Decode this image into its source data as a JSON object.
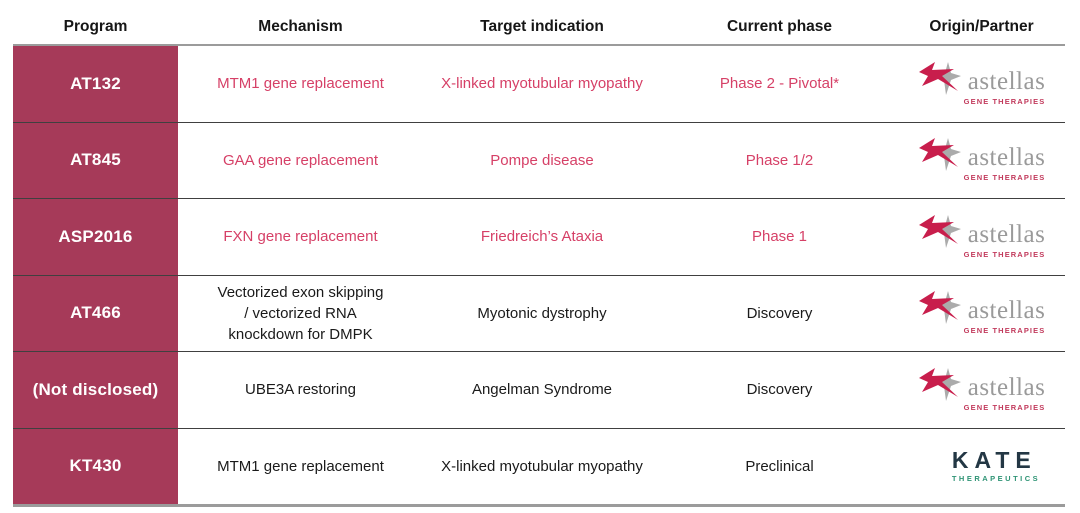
{
  "table": {
    "columns": [
      "Program",
      "Mechanism",
      "Target indication",
      "Current phase",
      "Origin/Partner"
    ],
    "rows": [
      {
        "program": "AT132",
        "mechanism": "MTM1 gene replacement",
        "indication": "X-linked myotubular myopathy",
        "phase": "Phase 2 - Pivotal*",
        "partner": "astellas",
        "highlight": true
      },
      {
        "program": "AT845",
        "mechanism": "GAA gene replacement",
        "indication": "Pompe disease",
        "phase": "Phase 1/2",
        "partner": "astellas",
        "highlight": true
      },
      {
        "program": "ASP2016",
        "mechanism": "FXN gene replacement",
        "indication": "Friedreich’s Ataxia",
        "phase": "Phase 1",
        "partner": "astellas",
        "highlight": true
      },
      {
        "program": "AT466",
        "mechanism": "Vectorized exon skipping\n/ vectorized RNA\nknockdown for DMPK",
        "indication": "Myotonic dystrophy",
        "phase": "Discovery",
        "partner": "astellas",
        "highlight": false
      },
      {
        "program": "(Not disclosed)",
        "mechanism": "UBE3A restoring",
        "indication": "Angelman Syndrome",
        "phase": "Discovery",
        "partner": "astellas",
        "highlight": false
      },
      {
        "program": "KT430",
        "mechanism": "MTM1 gene replacement",
        "indication": "X-linked myotubular myopathy",
        "phase": "Preclinical",
        "partner": "kate",
        "highlight": false
      }
    ]
  },
  "logos": {
    "astellas": {
      "name": "astellas",
      "sub": "GENE THERAPIES"
    },
    "kate": {
      "name": "KATE",
      "sub": "THERAPEUTICS"
    }
  },
  "colors": {
    "program_column_bg": "#a63a59",
    "highlight_text": "#d64067",
    "body_text": "#1a1a1a",
    "header_rule": "#9b9b9b",
    "row_rule": "#404040",
    "astellas_star_red": "#c81e4c",
    "astellas_wordmark_gray": "#9a9a9a",
    "kate_green": "#3fa12e",
    "kate_dark": "#233744"
  }
}
